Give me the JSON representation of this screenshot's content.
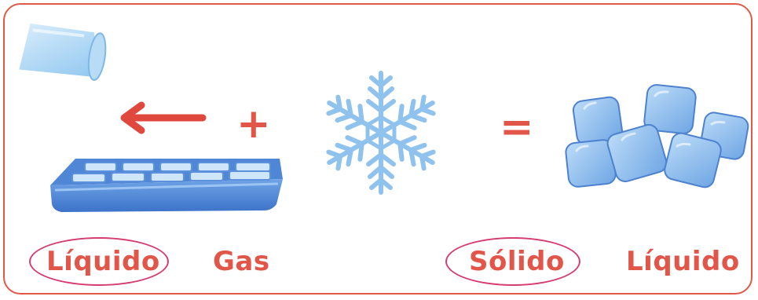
{
  "equation": {
    "plus_sign": "+",
    "equals_sign": "=",
    "arrow_direction": "left"
  },
  "labels": {
    "liquido_circled": "Líquido",
    "gas": "Gas",
    "solido_circled": "Sólido",
    "liquido_right": "Líquido"
  },
  "icons": {
    "cup": "glass-icon",
    "tray": "ice-tray-icon",
    "snowflake": "snowflake-icon",
    "ice": "ice-cubes-icon",
    "arrow": "arrow-left-icon"
  },
  "colors": {
    "frame": "#e05a47",
    "text": "#e2564a",
    "circle": "#d63c6e",
    "ice_blue": "#8fc3ee",
    "tray_blue": "#4d86d8"
  }
}
